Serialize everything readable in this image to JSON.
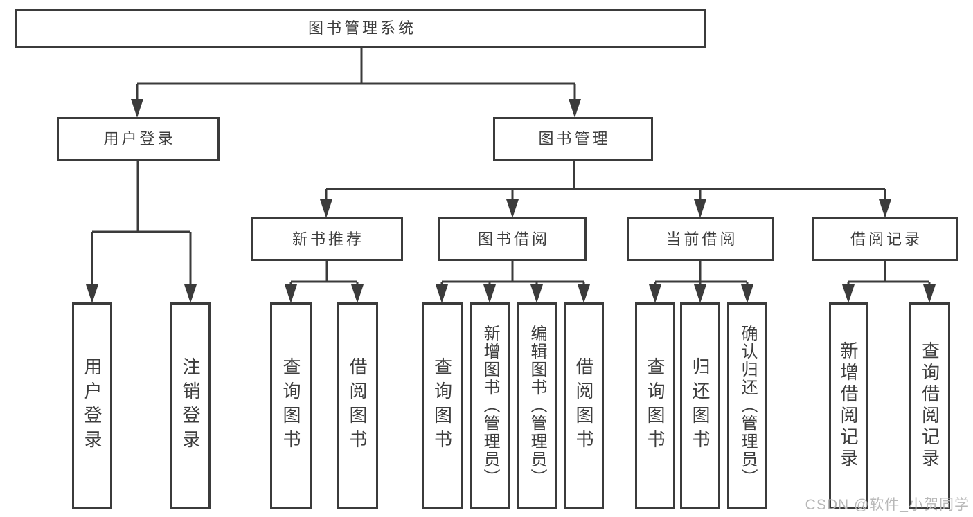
{
  "diagram": {
    "root": "图书管理系统",
    "nodes": {
      "user_login": "用户登录",
      "book_mgmt": "图书管理",
      "new_book": "新书推荐",
      "book_borrow": "图书借阅",
      "current_borrow": "当前借阅",
      "borrow_record": "借阅记录"
    },
    "leaves": {
      "user_login": [
        "用户登录",
        "注销登录"
      ],
      "new_book": [
        "查询图书",
        "借阅图书"
      ],
      "book_borrow": [
        "查询图书",
        "新增图书（管理员）",
        "编辑图书（管理员）",
        "借阅图书"
      ],
      "current_borrow": [
        "查询图书",
        "归还图书",
        "确认归还（管理员）"
      ],
      "borrow_record": [
        "新增借阅记录",
        "查询借阅记录"
      ]
    }
  },
  "watermark": "CSDN @软件_小贺同学",
  "colors": {
    "line": "#3b3b3b",
    "text": "#3d3d3d",
    "background": "#ffffff",
    "watermark": "#b8b8b8"
  }
}
